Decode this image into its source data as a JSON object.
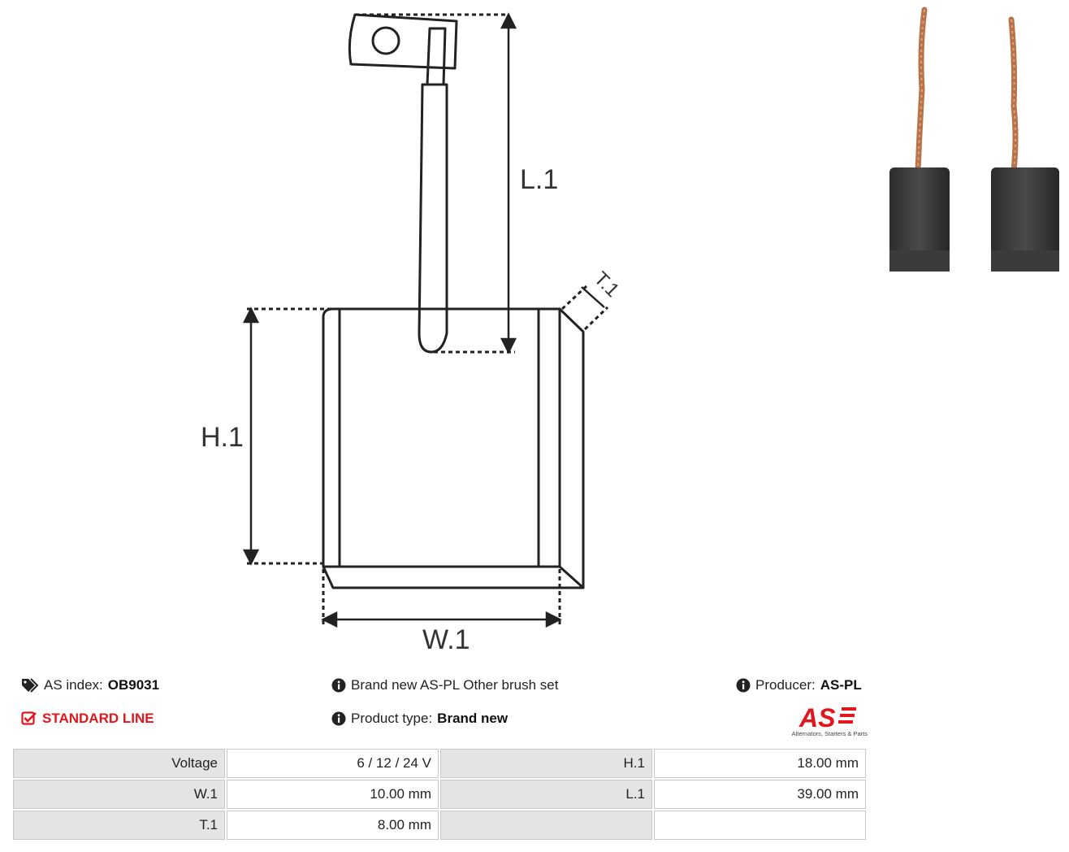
{
  "diagram": {
    "labels": {
      "l1": "L.1",
      "h1": "H.1",
      "w1": "W.1",
      "t1": "T.1"
    }
  },
  "info": {
    "as_index_label": "AS index:",
    "as_index_value": "OB9031",
    "line": "STANDARD LINE",
    "description": "Brand new AS-PL Other brush set",
    "product_type_label": "Product type:",
    "product_type_value": "Brand new",
    "producer_label": "Producer:",
    "producer_value": "AS-PL"
  },
  "logo": {
    "mark": "AS",
    "tagline": "Alternators, Starters & Parts"
  },
  "specs": {
    "rows": [
      [
        {
          "k": "Voltage",
          "v": "6 / 12 / 24 V"
        },
        {
          "k": "H.1",
          "v": "18.00 mm"
        }
      ],
      [
        {
          "k": "W.1",
          "v": "10.00 mm"
        },
        {
          "k": "L.1",
          "v": "39.00 mm"
        }
      ],
      [
        {
          "k": "T.1",
          "v": "8.00 mm"
        },
        {
          "k": "",
          "v": ""
        }
      ]
    ]
  },
  "icons": [
    "tags-icon",
    "check-square-icon",
    "info-circle-icon"
  ],
  "colors": {
    "accent_red": "#e1171e",
    "copper": "#b8734a",
    "carbon": "#3a3a3a"
  }
}
